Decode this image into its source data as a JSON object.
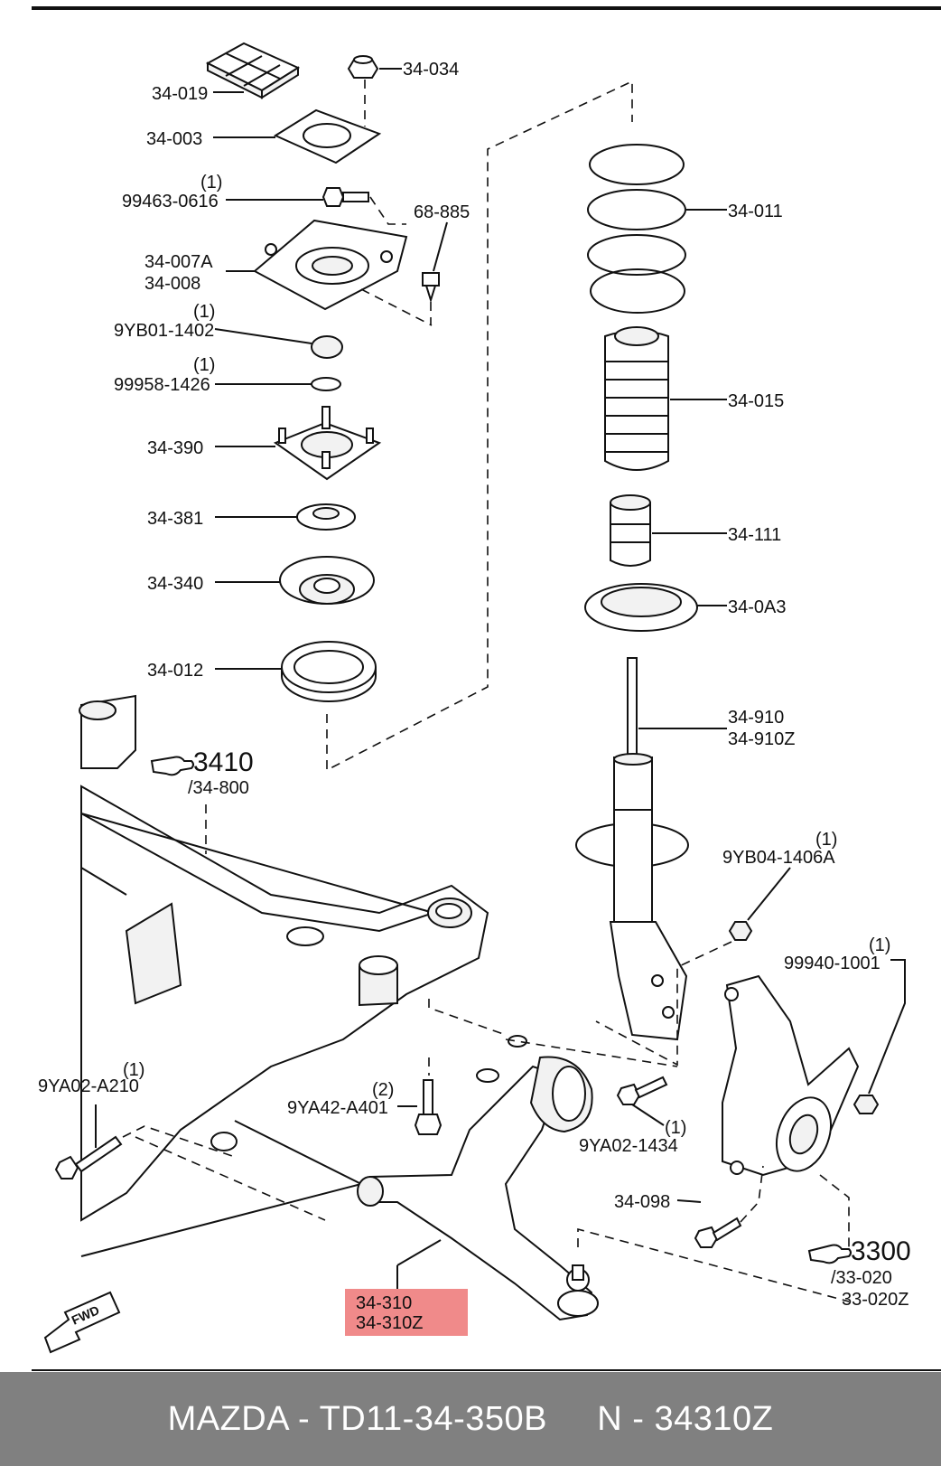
{
  "diagram": {
    "callouts": {
      "c_34_019": "34-019",
      "c_34_034": "34-034",
      "c_34_003": "34-003",
      "c_99463_q": "(1)",
      "c_99463": "99463-0616",
      "c_68_885": "68-885",
      "c_34_007a": "34-007A",
      "c_34_008": "34-008",
      "c_9yb01_q": "(1)",
      "c_9yb01": "9YB01-1402",
      "c_99958_q": "(1)",
      "c_99958": "99958-1426",
      "c_34_390": "34-390",
      "c_34_381": "34-381",
      "c_34_340": "34-340",
      "c_34_012": "34-012",
      "c_34_011": "34-011",
      "c_34_015": "34-015",
      "c_34_111": "34-111",
      "c_34_0a3": "34-0A3",
      "c_34_910": "34-910",
      "c_34_910z": "34-910Z",
      "c_9yb04_q": "(1)",
      "c_9yb04": "9YB04-1406A",
      "c_99940_q": "(1)",
      "c_99940": "99940-1001",
      "c_3410": "3410",
      "c_34_800": "/34-800",
      "c_9ya02a_q": "(1)",
      "c_9ya02a": "9YA02-A210",
      "c_9ya42_q": "(2)",
      "c_9ya42": "9YA42-A401",
      "c_9ya02b_q": "(1)",
      "c_9ya02b": "9YA02-1434",
      "c_34_098": "34-098",
      "c_3300": "3300",
      "c_33_020": "/33-020",
      "c_33_020z": "33-020Z",
      "c_34_310": "34-310",
      "c_34_310z": "34-310Z",
      "fwd": "FWD"
    },
    "highlight_color": "#f08a8a"
  },
  "footer": {
    "text": "MAZDA - TD11-34-350B     N - 34310Z",
    "background": "#808080",
    "color": "#ffffff"
  }
}
